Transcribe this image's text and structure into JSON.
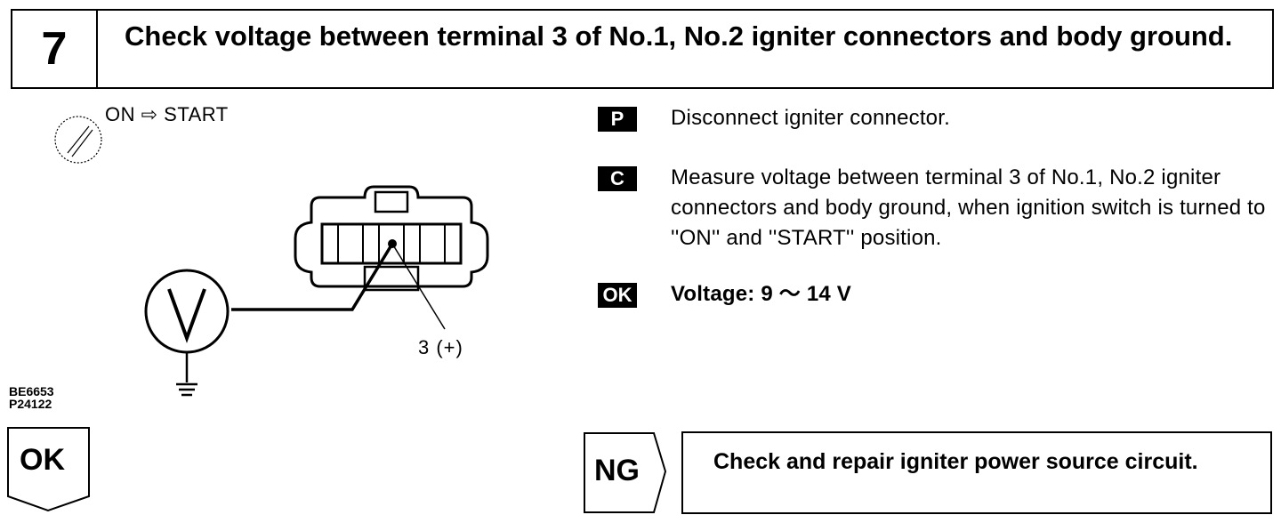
{
  "step": {
    "number": "7",
    "title": "Check voltage between terminal 3 of No.1, No.2 igniter connectors and body ground."
  },
  "illustration": {
    "ignition_text": "ON ⇨ START",
    "terminal_label": "3 (+)",
    "meter_symbol": "V",
    "ref_codes": [
      "BE6653",
      "P24122"
    ]
  },
  "instructions": [
    {
      "badge": "P",
      "text": "Disconnect igniter connector."
    },
    {
      "badge": "C",
      "text": "Measure voltage between terminal 3 of No.1, No.2 igniter connectors and body ground, when ignition switch is turned to ''ON'' and ''START'' position."
    },
    {
      "badge": "OK",
      "text": "Voltage:   9 ～ 14 V"
    }
  ],
  "results": {
    "ok_label": "OK",
    "ng_label": "NG",
    "ng_action": "Check and repair igniter power source circuit."
  }
}
